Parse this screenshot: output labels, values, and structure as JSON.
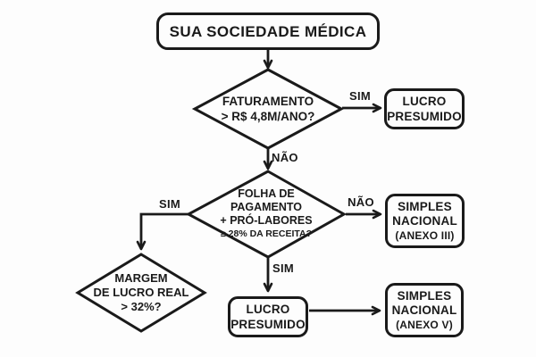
{
  "colors": {
    "ink": "#1a1a1a",
    "background": "#fdfdfd"
  },
  "flowchart": {
    "start": {
      "label": "SUA SOCIEDADE MÉDICA"
    },
    "decision_faturamento": {
      "lines": [
        "FATURAMENTO",
        "> R$ 4,8M/ANO?"
      ]
    },
    "decision_folha": {
      "lines": [
        "FOLHA DE",
        "PAGAMENTO",
        "+ PRÓ-LABORES",
        "≥ 28% DA RECEITA?"
      ]
    },
    "decision_margem": {
      "lines": [
        "MARGEM",
        "DE LUCRO REAL",
        "> 32%?"
      ]
    },
    "result_lucro_presumido_top": {
      "lines": [
        "LUCRO",
        "PRESUMIDO"
      ]
    },
    "result_simples_anexo3": {
      "lines": [
        "SIMPLES",
        "NACIONAL",
        "(ANEXO III)"
      ]
    },
    "result_lucro_presumido_bottom": {
      "lines": [
        "LUCRO",
        "PRESUMIDO"
      ]
    },
    "result_simples_anexo5": {
      "lines": [
        "SIMPLES",
        "NACIONAL",
        "(ANEXO V)"
      ]
    },
    "edge_labels": {
      "sim": "SIM",
      "nao": "NÃO"
    }
  }
}
